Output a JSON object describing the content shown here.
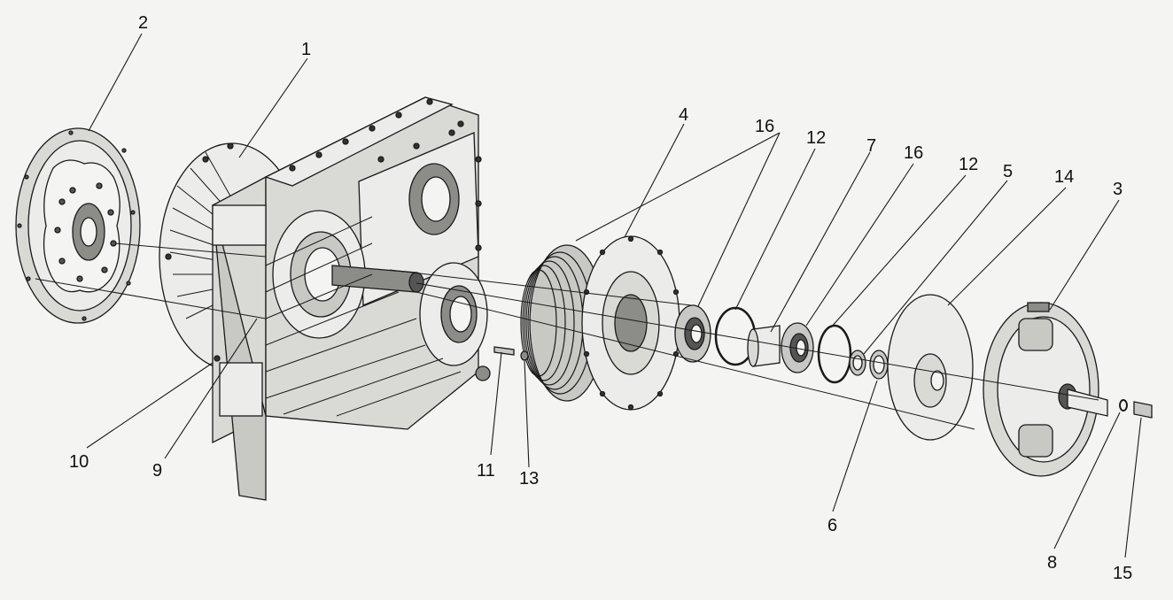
{
  "callouts": {
    "c1": "1",
    "c2": "2",
    "c3": "3",
    "c4": "4",
    "c5": "5",
    "c6": "6",
    "c7": "7",
    "c8": "8",
    "c9": "9",
    "c10": "10",
    "c11": "11",
    "c12a": "12",
    "c12b": "12",
    "c13": "13",
    "c14": "14",
    "c15": "15",
    "c16a": "16",
    "c16b": "16"
  },
  "colors": {
    "background": "#f4f4f2",
    "stroke": "#1a1a1a",
    "part_fill": "#d9d9d6",
    "light_fill": "#ececea",
    "dark_fill": "#8c8c88"
  }
}
